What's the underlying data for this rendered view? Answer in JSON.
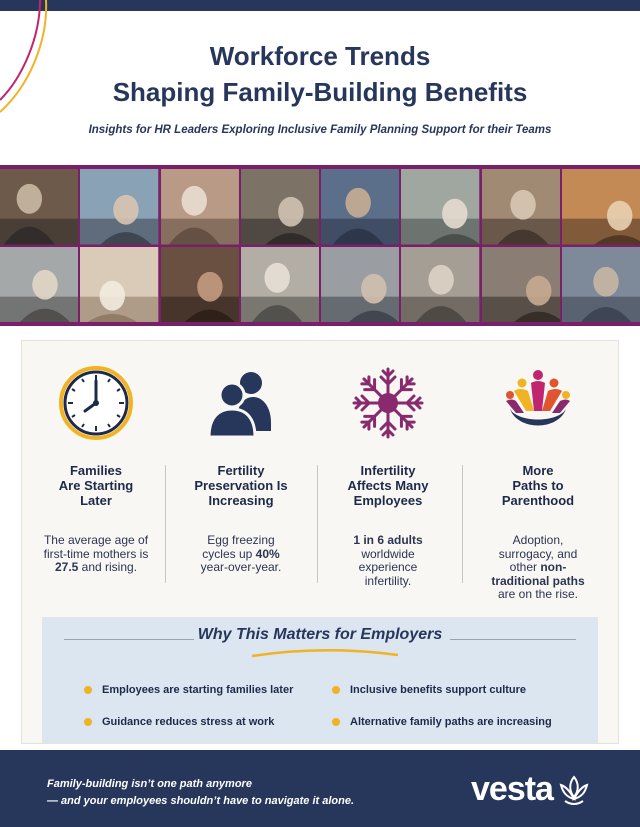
{
  "header": {
    "title_line1": "Workforce Trends",
    "title_line2": "Shaping Family-Building Benefits",
    "subtitle": "Insights for HR Leaders Exploring Inclusive Family Planning Support for their Teams"
  },
  "colors": {
    "navy": "#27365b",
    "magenta": "#7a1f6a",
    "gold": "#f0b323",
    "light_blue": "#dbe6f1",
    "snowflake": "#8a2a6e"
  },
  "trends": [
    {
      "icon": "clock-icon",
      "title": "Families\nAre Starting\nLater",
      "text_pre": "The average age of first-time mothers is ",
      "text_bold": "27.5",
      "text_post": " and rising."
    },
    {
      "icon": "people-icon",
      "title": "Fertility\nPreservation Is\nIncreasing",
      "text_pre": "Egg freezing cycles up ",
      "text_bold": "40%",
      "text_post": " year-over-year."
    },
    {
      "icon": "snowflake-icon",
      "title": "Infertility\nAffects Many\nEmployees",
      "text_pre": "",
      "text_bold": "1 in 6 adults",
      "text_post": " worldwide experience infertility."
    },
    {
      "icon": "family-figures-icon",
      "title": "More\nPaths to\nParenthood",
      "text_pre": "Adoption, surrogacy, and other ",
      "text_bold": "non-traditional paths",
      "text_post": " are on the rise."
    }
  ],
  "why": {
    "heading": "Why This Matters for Employers",
    "bullets": [
      "Employees are starting families later",
      "Inclusive benefits support culture",
      "Guidance reduces stress at work",
      "Alternative family paths are increasing"
    ]
  },
  "footer": {
    "line1": "Family-building isn’t one path anymore",
    "line2": "— and your employees shouldn’t have to navigate it alone.",
    "logo_text": "vesta"
  }
}
